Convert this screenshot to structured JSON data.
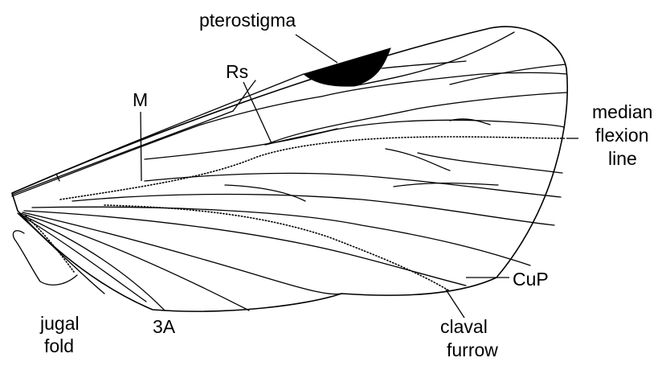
{
  "labels": {
    "pterostigma": "pterostigma",
    "rs": "Rs",
    "m": "M",
    "median_1": "median",
    "median_2": "flexion",
    "median_3": "line",
    "cup": "CuP",
    "claval_1": "claval",
    "claval_2": "furrow",
    "jugal_1": "jugal",
    "jugal_2": "fold",
    "a3": "3A"
  }
}
